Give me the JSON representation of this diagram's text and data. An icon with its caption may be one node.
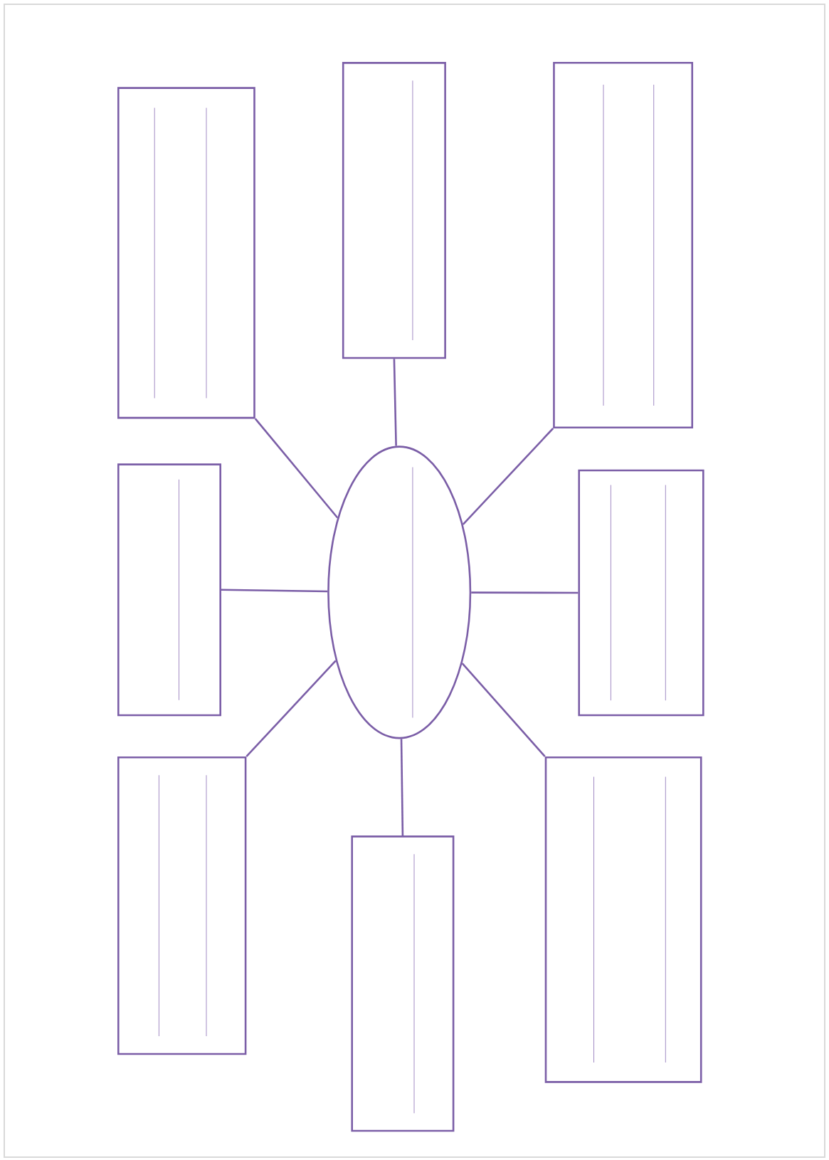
{
  "diagram": {
    "nodes": [
      {
        "text": [],
        "shape": "box"
      },
      {
        "text": [],
        "shape": "box"
      },
      {
        "text": [],
        "shape": "box"
      },
      {
        "text": [],
        "shape": "box"
      },
      {
        "text": [],
        "shape": "ellipse"
      },
      {
        "text": [],
        "shape": "box"
      },
      {
        "text": [],
        "shape": "box"
      },
      {
        "text": [],
        "shape": "box"
      },
      {
        "text": [],
        "shape": "box"
      }
    ],
    "edges": [
      {
        "from": 4,
        "to": 0,
        "arrow": "none"
      },
      {
        "from": 4,
        "to": 1,
        "arrow": "none"
      },
      {
        "from": 4,
        "to": 2,
        "arrow": "none"
      },
      {
        "from": 4,
        "to": 3,
        "arrow": "none"
      },
      {
        "from": 4,
        "to": 5,
        "arrow": "none"
      },
      {
        "from": 4,
        "to": 6,
        "arrow": "none"
      },
      {
        "from": 4,
        "to": 7,
        "arrow": "none"
      },
      {
        "from": 4,
        "to": 8,
        "arrow": "none"
      }
    ]
  }
}
